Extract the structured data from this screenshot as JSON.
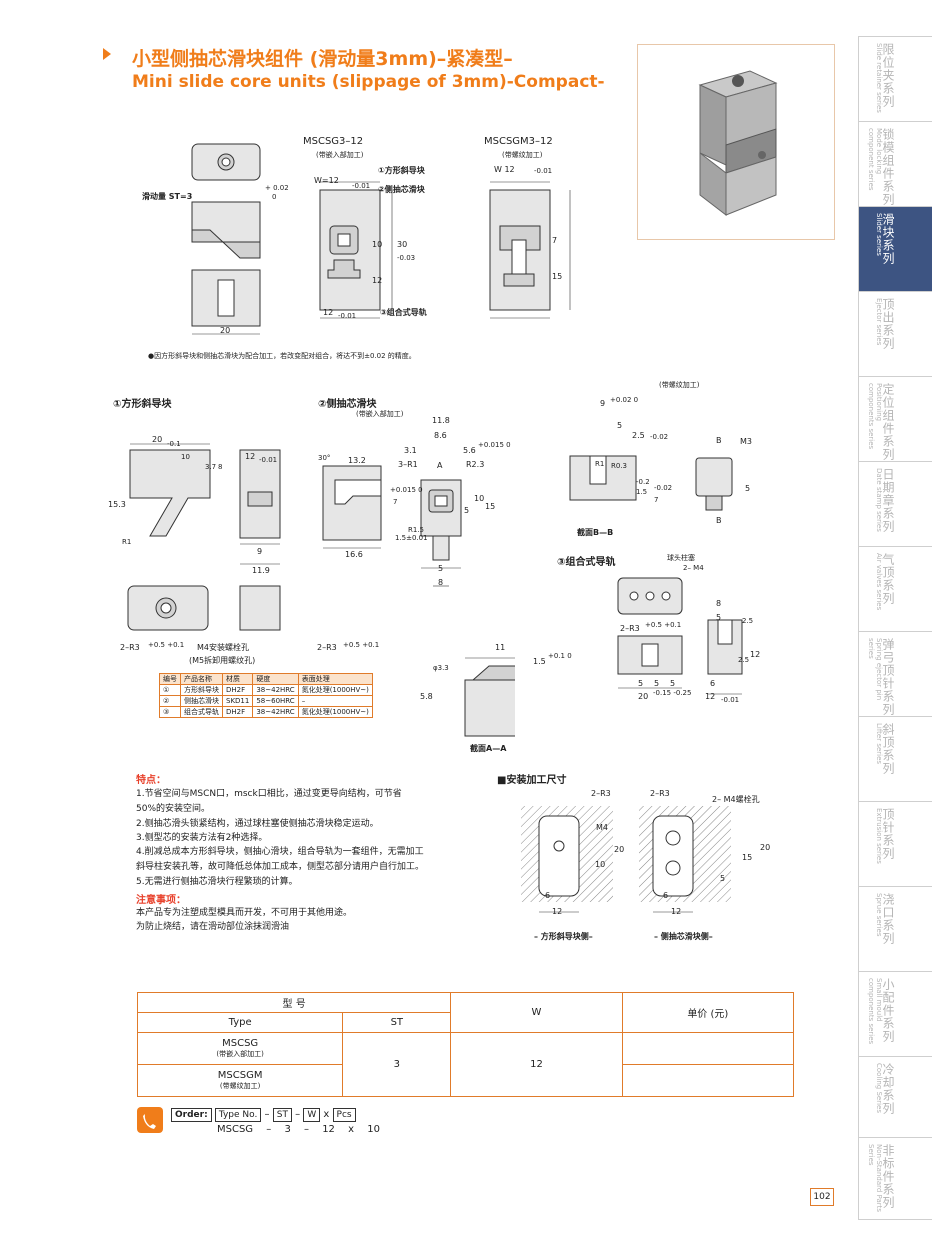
{
  "header": {
    "title_cn": "小型侧抽芯滑块组件 (滑动量3mm)–紧凑型–",
    "title_en": "Mini slide core units (slippage of 3mm)-Compact-"
  },
  "views": {
    "mscsg_model": "MSCSG3–12",
    "mscsg_note": "(带嵌入部加工)",
    "mscsgm_model": "MSCSGM3–12",
    "mscsgm_note": "(带螺纹加工)",
    "stroke_label": "滑动量  ST=3",
    "tol_plus": "+ 0.02",
    "tol_zero": "0",
    "dim_20": "20",
    "w_label": "W=12",
    "w_tol": "-0.01",
    "w_label2": "W 12",
    "w_tol2": "-0.01",
    "part1_callout": "①方形斜导块",
    "part2_callout": "②侧抽芯滑块",
    "part3_callout": "③组合式导轨",
    "dim_10": "10",
    "dim_12": "12",
    "dim_30": "30",
    "dim_30_tol": "-0.03",
    "dim_7": "7",
    "dim_15": "15",
    "dim_12b": "12",
    "dim_12_tol": "-0.01",
    "assembly_note": "●因方形斜导块和侧抽芯滑块为配合加工，若改变配对组合，将达不到±0.02 的精度。"
  },
  "section1": {
    "title": "①方形斜导块",
    "d20": "20",
    "d20_tol": "-0.1",
    "d10": "10",
    "d3_7": "3.7",
    "d8": "8",
    "d12": "12",
    "d12_tol": "-0.01",
    "d15_3": "15.3",
    "d_r1": "R1",
    "d9": "9",
    "d11_9": "11.9",
    "r3": "2–R3",
    "r3_tol": "+0.5 +0.1",
    "m4_hole": "M4安装螺栓孔",
    "m5_hole": "(M5拆卸用螺纹孔)",
    "r3b": "2–R3",
    "r3b_tol": "+0.5 +0.1"
  },
  "section2": {
    "title": "②侧抽芯滑块",
    "note": "(带嵌入部加工)",
    "angle": "30°",
    "d13_2": "13.2",
    "d11_8": "11.8",
    "d8_6": "8.6",
    "d3_1": "3.1",
    "d3r1": "3–R1",
    "dA": "A",
    "d5_6": "5.6",
    "d5_6_tol": "+0.015 0",
    "r2_3": "R2.3",
    "d7": "7",
    "d7_tol": "+0.015 0",
    "d5": "5",
    "d10": "10",
    "d15": "15",
    "r1_5": "R1.5",
    "d1_5": "1.5±0.01",
    "d16_6": "16.6",
    "d5b": "5",
    "d8b": "8",
    "d11": "11",
    "d1_5b": "1.5",
    "d1_5b_tol": "+0.1 0",
    "d3_3": "φ3.3",
    "d5_8": "5.8",
    "section_aa": "截面A—A"
  },
  "section_bb": {
    "thread_note": "(带螺纹加工)",
    "d9": "9",
    "d9_tol": "+0.02 0",
    "d5": "5",
    "d2_5": "2.5",
    "d2_5_tol": "-0.02",
    "r1": "R1",
    "r0_3": "R0.3",
    "d1_5": "1.5",
    "d1_5_tol": "-0.2",
    "d7": "7",
    "d7_tol": "-0.02",
    "b": "B",
    "m3": "M3",
    "d5b": "5",
    "title": "截面B—B"
  },
  "section3": {
    "title": "③组合式导轨",
    "ball_plunger": "球头柱塞",
    "m4": "2– M4",
    "r3": "2–R3",
    "r3_tol": "+0.5 +0.1",
    "d8": "8",
    "d5": "5",
    "d2_5": "2.5",
    "d12": "12",
    "d2_5b": "2.5",
    "d5a": "5",
    "d5b": "5",
    "d5c": "5",
    "d20": "20",
    "d20_tol": "-0.15 -0.25",
    "d6": "6",
    "d12b": "12",
    "d12b_tol": "-0.01"
  },
  "materials": {
    "headers": [
      "编号",
      "产品名称",
      "材质",
      "硬度",
      "表面处理"
    ],
    "rows": [
      [
        "①",
        "方形斜导块",
        "DH2F",
        "38~42HRC",
        "氮化处理(1000HV~)"
      ],
      [
        "②",
        "侧抽芯滑块",
        "SKD11",
        "58~60HRC",
        "–"
      ],
      [
        "③",
        "组合式导轨",
        "DH2F",
        "38~42HRC",
        "氮化处理(1000HV~)"
      ]
    ]
  },
  "features": {
    "title": "特点：",
    "items": [
      "1.节省空间与MSCN口，msck口相比，通过变更导向结构，可节省",
      "50%的安装空间。",
      "2.侧抽芯滑头锁紧结构，通过球柱塞使侧抽芯滑块稳定运动。",
      "3.侧型芯的安装方法有2种选择。",
      "4.削减总成本方形斜导块，侧抽心滑块，组合导轨为一套组件，无需加工",
      "斜导柱安装孔等，故可降低总体加工成本，侧型芯部分请用户自行加工。",
      "5.无需进行侧抽芯滑块行程繁琐的计算。"
    ],
    "note_title": "注意事项：",
    "notes": [
      "本产品专为注塑成型模具而开发，不可用于其他用途。",
      "为防止烧结，请在滑动部位涂抹润滑油"
    ]
  },
  "install": {
    "title": "■安装加工尺寸",
    "left_r3": "2–R3",
    "left_m4": "M4",
    "left_d20": "20",
    "left_d10": "10",
    "left_d6": "6",
    "left_d12": "12",
    "left_caption": "– 方形斜导块侧–",
    "right_r3": "2–R3",
    "right_m4": "2– M4螺栓孔",
    "right_d15": "15",
    "right_d20": "20",
    "right_d5": "5",
    "right_d6": "6",
    "right_d12": "12",
    "right_caption": "– 侧抽芯滑块侧–"
  },
  "price_table": {
    "type_header": "型  号",
    "type_col": "Type",
    "st_col": "ST",
    "w_col": "W",
    "price_col": "单价 (元)",
    "row1_type": "MSCSG",
    "row1_note": "(带嵌入部加工)",
    "row2_type": "MSCSGM",
    "row2_note": "(带螺纹加工)",
    "st_value": "3",
    "w_value": "12"
  },
  "order": {
    "label": "Order:",
    "f1": "Type No.",
    "f2": "ST",
    "f3": "W",
    "f4": "Pcs",
    "sep": "–",
    "x": "x",
    "v1": "MSCSG",
    "v2": "3",
    "v3": "12",
    "v4": "10"
  },
  "sidebar": {
    "items": [
      {
        "cn": "限位夹系列",
        "en": "Slide retainer series"
      },
      {
        "cn": "锁模组件系列",
        "en": "Mode locking component series"
      },
      {
        "cn": "滑块系列",
        "en": "Slider series"
      },
      {
        "cn": "顶出系列",
        "en": "Ejector series"
      },
      {
        "cn": "定位组件系列",
        "en": "Positioning components series"
      },
      {
        "cn": "日期章系列",
        "en": "Date stamp series"
      },
      {
        "cn": "气顶系列",
        "en": "Air valves series"
      },
      {
        "cn": "弹弓顶针系列",
        "en": "Spring ejector pin series"
      },
      {
        "cn": "斜顶系列",
        "en": "Lifter series"
      },
      {
        "cn": "顶针系列",
        "en": "Extrusion series"
      },
      {
        "cn": "浇口系列",
        "en": "Sprue series"
      },
      {
        "cn": "小配件系列",
        "en": "Small mould components series"
      },
      {
        "cn": "冷却系列",
        "en": "Cooling Series"
      },
      {
        "cn": "非标件系列",
        "en": "Non-Standard Parts Series"
      }
    ],
    "page_number": "102"
  },
  "colors": {
    "accent": "#f07d1a",
    "sidebar_active": "#3d5482",
    "table_border": "#e07b2a",
    "feature_red": "#e8412b"
  }
}
